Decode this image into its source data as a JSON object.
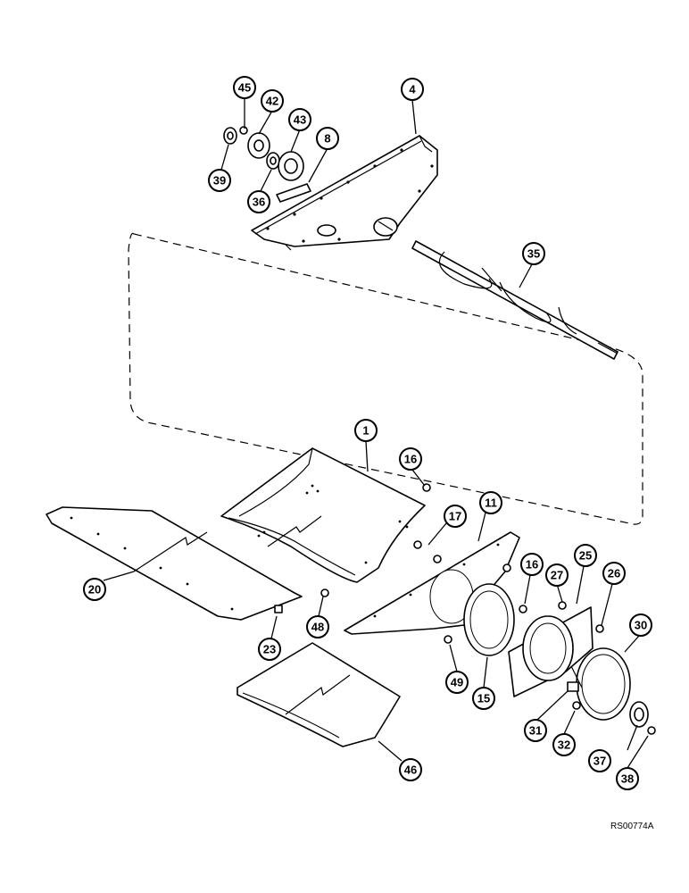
{
  "figure": {
    "reference_code": "RS00774A"
  },
  "callouts": [
    {
      "id": "c45",
      "label": "45"
    },
    {
      "id": "c42",
      "label": "42"
    },
    {
      "id": "c43",
      "label": "43"
    },
    {
      "id": "c8",
      "label": "8"
    },
    {
      "id": "c4",
      "label": "4"
    },
    {
      "id": "c39",
      "label": "39"
    },
    {
      "id": "c36",
      "label": "36"
    },
    {
      "id": "c35",
      "label": "35"
    },
    {
      "id": "c1",
      "label": "1"
    },
    {
      "id": "c16a",
      "label": "16"
    },
    {
      "id": "c17",
      "label": "17"
    },
    {
      "id": "c11",
      "label": "11"
    },
    {
      "id": "c16b",
      "label": "16"
    },
    {
      "id": "c27",
      "label": "27"
    },
    {
      "id": "c25",
      "label": "25"
    },
    {
      "id": "c26",
      "label": "26"
    },
    {
      "id": "c30",
      "label": "30"
    },
    {
      "id": "c20",
      "label": "20"
    },
    {
      "id": "c48",
      "label": "48"
    },
    {
      "id": "c23",
      "label": "23"
    },
    {
      "id": "c49",
      "label": "49"
    },
    {
      "id": "c15",
      "label": "15"
    },
    {
      "id": "c31",
      "label": "31"
    },
    {
      "id": "c32",
      "label": "32"
    },
    {
      "id": "c37",
      "label": "37"
    },
    {
      "id": "c38",
      "label": "38"
    },
    {
      "id": "c46",
      "label": "46"
    }
  ]
}
